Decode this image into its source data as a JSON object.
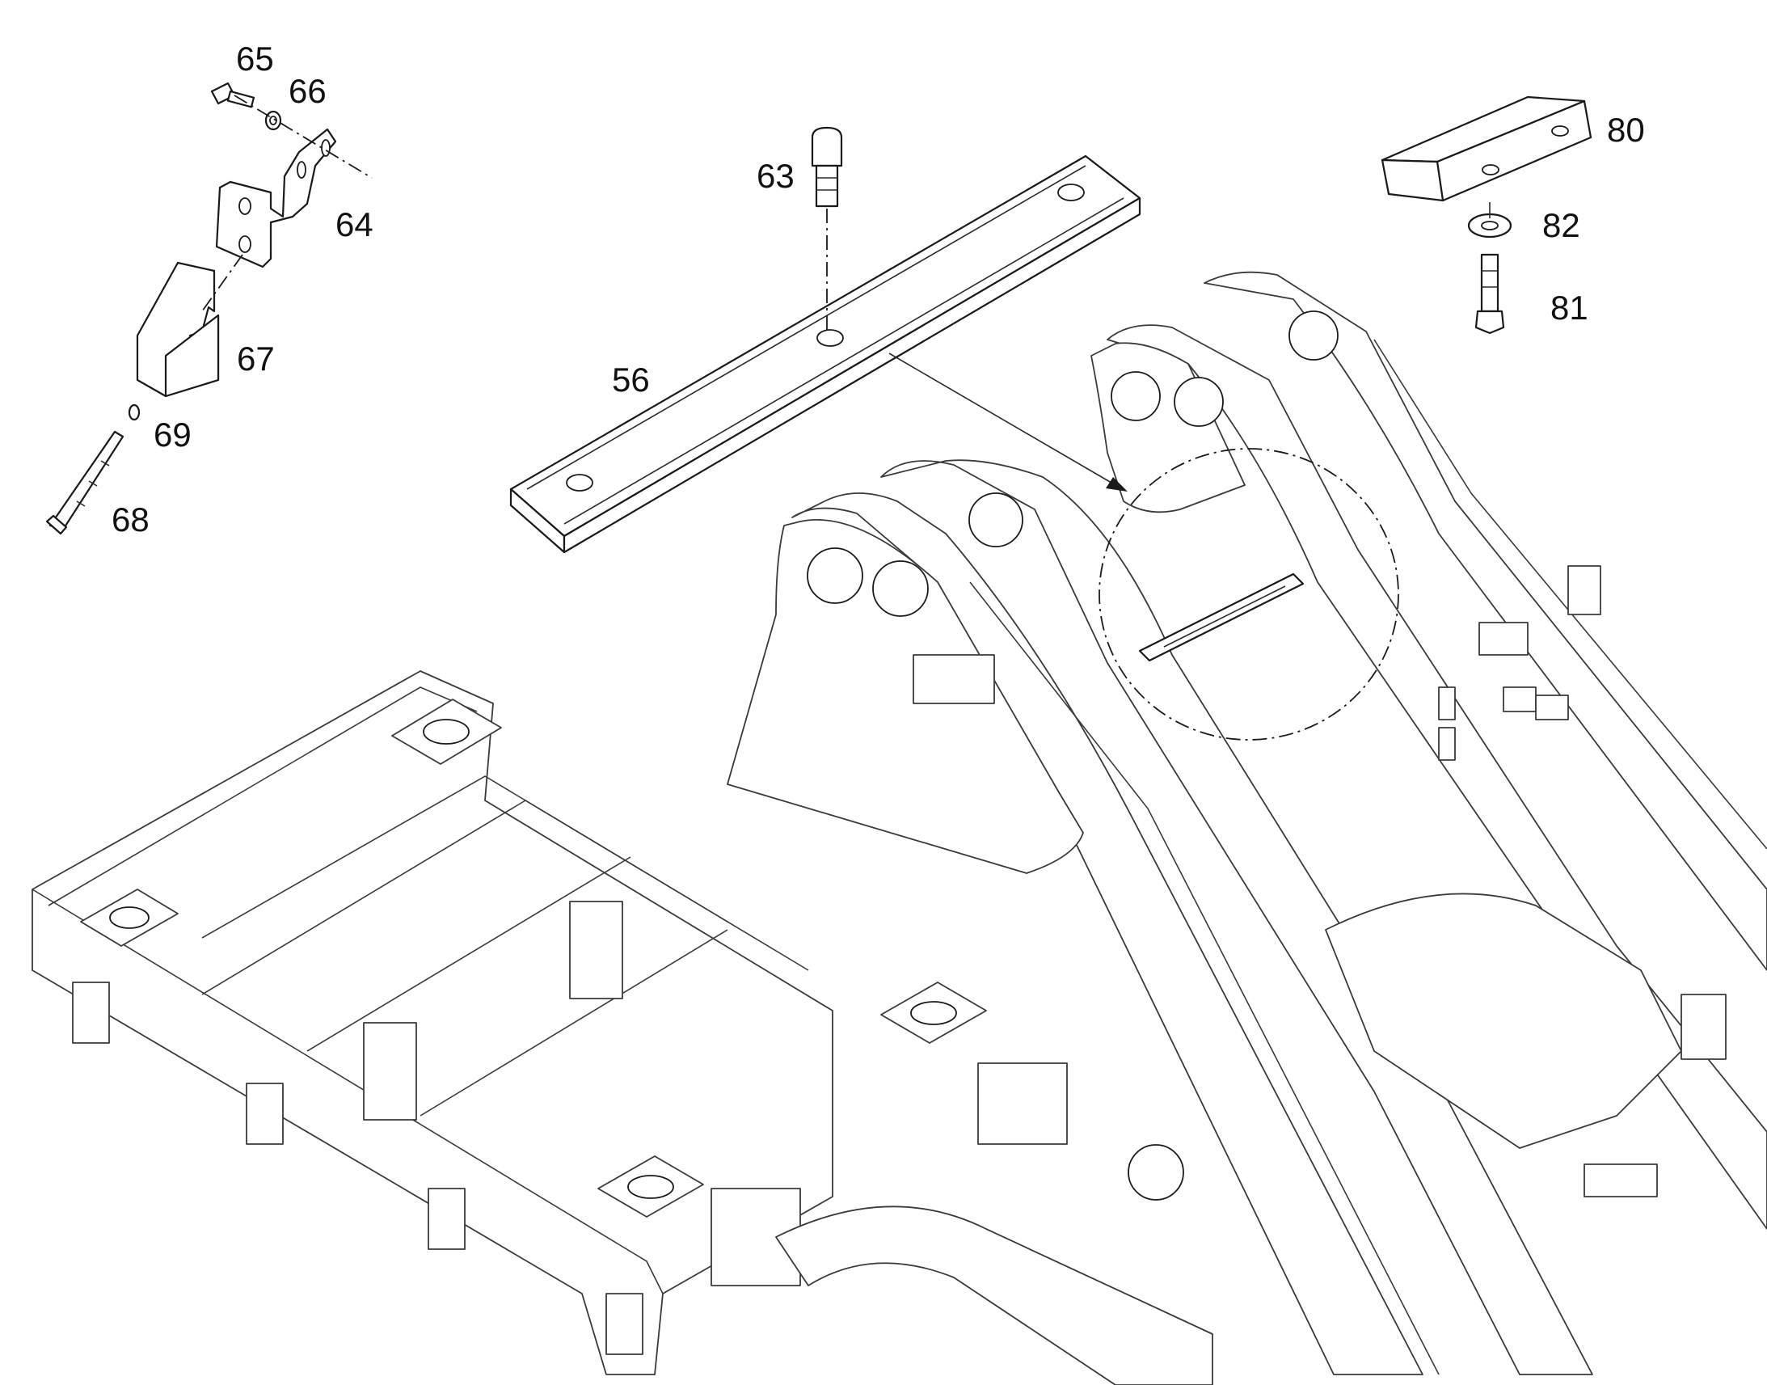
{
  "labels": {
    "p65": "65",
    "p66": "66",
    "p64": "64",
    "p67": "67",
    "p69": "69",
    "p68": "68",
    "p63": "63",
    "p56": "56",
    "p80": "80",
    "p82": "82",
    "p81": "81"
  }
}
